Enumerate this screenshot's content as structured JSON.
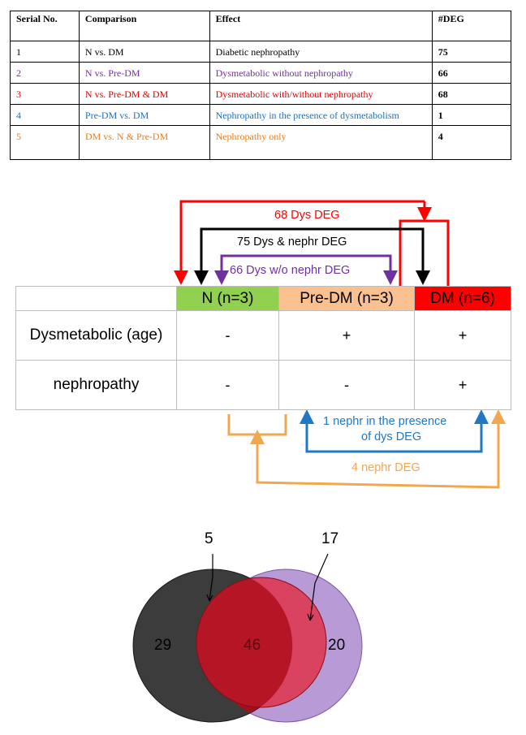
{
  "table": {
    "headers": [
      "Serial No.",
      "Comparison",
      "Effect",
      "#DEG"
    ],
    "rows": [
      {
        "serial": "1",
        "comparison": "N vs. DM",
        "effect": "Diabetic nephropathy",
        "deg": "75",
        "color": "#000000"
      },
      {
        "serial": "2",
        "comparison": "N vs. Pre-DM",
        "effect": "Dysmetabolic without nephropathy",
        "deg": "66",
        "color": "#7030a0"
      },
      {
        "serial": "3",
        "comparison": "N vs. Pre-DM & DM",
        "effect": "Dysmetabolic with/without nephropathy",
        "deg": "68",
        "color": "#e00000"
      },
      {
        "serial": "4",
        "comparison": "Pre-DM vs. DM",
        "effect": "Nephropathy in the presence of dysmetabolism",
        "deg": "1",
        "color": "#1f6fbf"
      },
      {
        "serial": "5",
        "comparison": "DM vs. N & Pre-DM",
        "effect": "Nephropathy only",
        "deg": "4",
        "color": "#e87e1c"
      }
    ]
  },
  "diagram": {
    "arrows": {
      "red": "68 Dys DEG",
      "black": "75 Dys & nephr DEG",
      "purple": "66 Dys w/o nephr DEG",
      "blue_line1": "1 nephr in the presence",
      "blue_line2": "of dys DEG",
      "orange": "4 nephr DEG"
    },
    "grid": {
      "groups": {
        "n": "N (n=3)",
        "predm": "Pre-DM (n=3)",
        "dm": "DM (n=6)"
      },
      "rows": [
        {
          "label": "Dysmetabolic (age)",
          "n": "-",
          "predm": "+",
          "dm": "+"
        },
        {
          "label": "nephropathy",
          "n": "-",
          "predm": "-",
          "dm": "+"
        }
      ]
    },
    "colors": {
      "n": "#92d050",
      "predm": "#fac090",
      "dm": "#ff0000",
      "red": "#ff0000",
      "black": "#000000",
      "purple": "#7030a0",
      "blue": "#1f78c1",
      "orange": "#f0a850"
    }
  },
  "venn": {
    "left_only": "29",
    "center": "46",
    "right_only": "20",
    "callout_left": "5",
    "callout_right": "17",
    "colors": {
      "left": "#3c3c3c",
      "right": "#b79ad6",
      "middle": "#c0182e"
    }
  }
}
